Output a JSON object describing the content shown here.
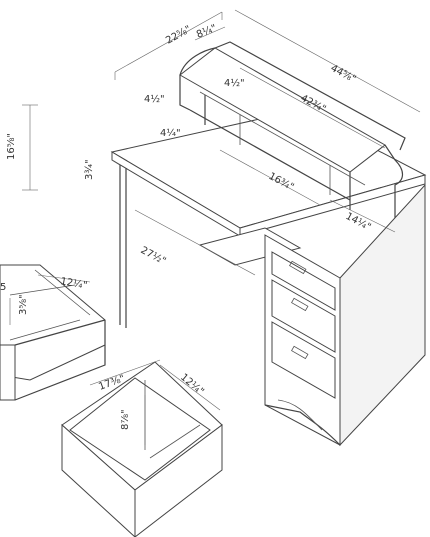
{
  "dimensions": {
    "depth_total": "22⅝\"",
    "hutch_depth": "8¼\"",
    "width_total": "44⅝\"",
    "hutch_height": "4½\"",
    "hutch_inner_width": "42¾\"",
    "cubby_height": "4½\"",
    "cubby_depth": "4¼\"",
    "total_height": "16⅝\"",
    "desk_gap": "3¾\"",
    "shelf_width": "16¾\"",
    "right_cubby_width": "14¼\"",
    "knee_height": "27½\"",
    "small_drawer_width": "12¼\"",
    "small_drawer_height": "3⅝\"",
    "small_drawer_left_cut": "5",
    "large_drawer_width": "12¼\"",
    "large_drawer_depth": "17⅜\"",
    "large_drawer_height": "8⅞\""
  }
}
